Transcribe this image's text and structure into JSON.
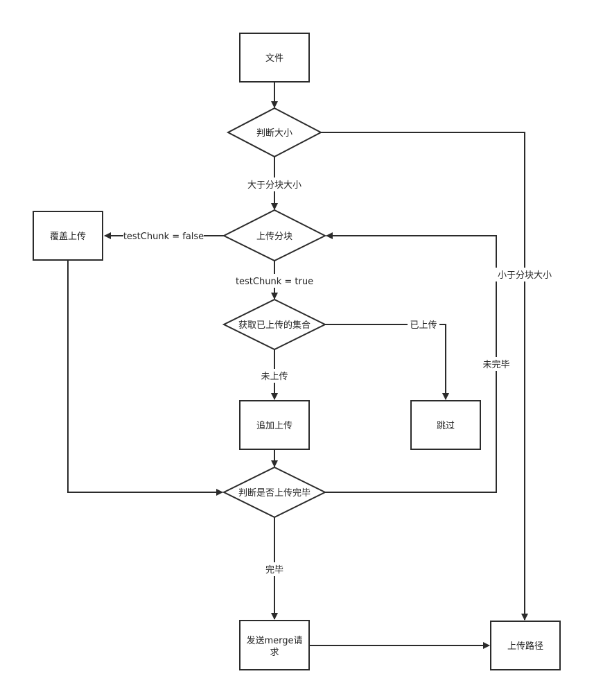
{
  "nodes": {
    "file": "文件",
    "check_size": "判断大小",
    "upload_chunk": "上传分块",
    "overwrite_upload": "覆盖上传",
    "get_uploaded_set": "获取已上传的集合",
    "append_upload": "追加上传",
    "skip": "跳过",
    "check_complete": "判断是否上传完毕",
    "send_merge_line1": "发送merge请",
    "send_merge_line2": "求",
    "upload_path": "上传路径"
  },
  "edges": {
    "larger_than_chunk": "大于分块大小",
    "smaller_than_chunk": "小于分块大小",
    "test_chunk_false": "testChunk = false",
    "test_chunk_true": "testChunk = true",
    "already_uploaded": "已上传",
    "not_uploaded": "未上传",
    "not_complete": "未完毕",
    "complete": "完毕"
  }
}
